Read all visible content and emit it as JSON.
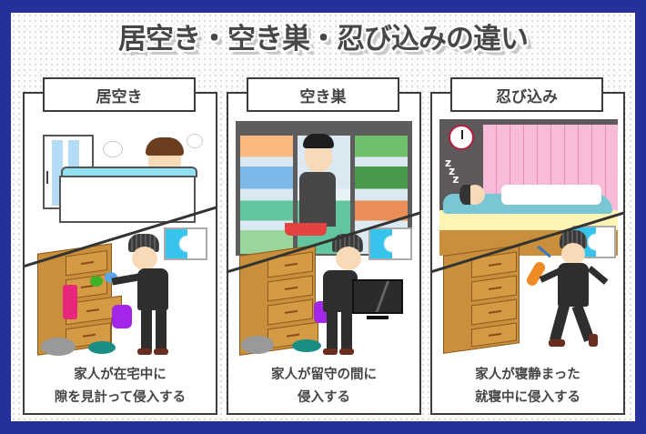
{
  "title": "居空き・空き巣・忍び込みの違い",
  "colors": {
    "frame": "#26309a",
    "text": "#454545",
    "panel_border": "#3f3a3c"
  },
  "panels": [
    {
      "label": "居空き",
      "scene_top": "bathroom-person-bathing",
      "scene_bottom": "burglar-rummaging-dresser",
      "caption": [
        "家人が在宅中に",
        "隙を見計って侵入する"
      ]
    },
    {
      "label": "空き巣",
      "scene_top": "person-shopping-at-store-fridge",
      "scene_bottom": "burglar-stealing-tv",
      "caption": [
        "家人が留守の間に",
        "侵入する"
      ]
    },
    {
      "label": "忍び込み",
      "scene_top": "person-sleeping-at-night",
      "scene_bottom": "burglar-sneaking-with-spray",
      "caption": [
        "家人が寝静まった",
        "就寝中に侵入する"
      ]
    }
  ]
}
